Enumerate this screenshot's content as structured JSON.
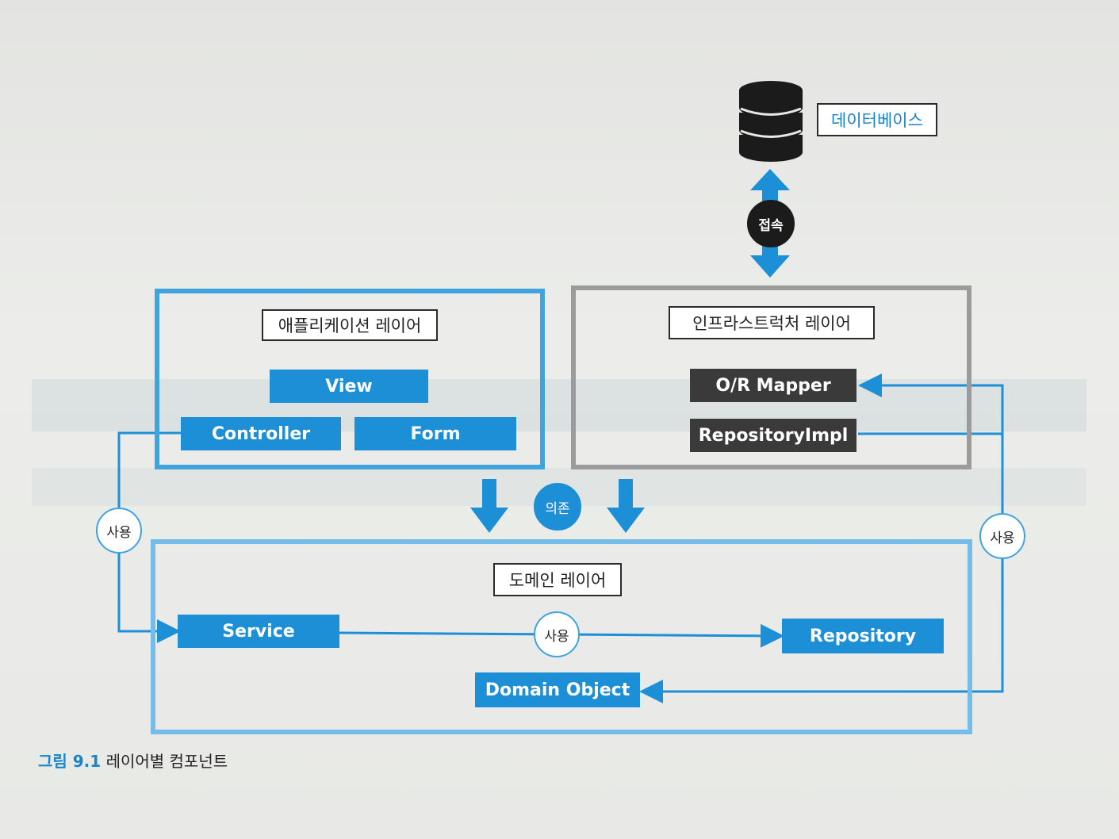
{
  "database": {
    "label": "데이터베이스",
    "icon": "database-icon"
  },
  "access_label": "접속",
  "dependency_label": "의존",
  "application_layer": {
    "title": "애플리케이션 레이어",
    "components": {
      "view": "View",
      "controller": "Controller",
      "form": "Form"
    }
  },
  "infrastructure_layer": {
    "title": "인프라스트럭처 레이어",
    "components": {
      "or_mapper": "O/R Mapper",
      "repository_impl": "RepositoryImpl"
    }
  },
  "domain_layer": {
    "title": "도메인 레이어",
    "components": {
      "service": "Service",
      "repository": "Repository",
      "domain_object": "Domain Object"
    }
  },
  "use_labels": {
    "left": "사용",
    "middle": "사용",
    "right": "사용"
  },
  "caption": {
    "number": "그림 9.1",
    "text": "레이어별 컴포넌트"
  },
  "colors": {
    "accent": "#1d8fd6",
    "layer_blue": "#3fa3de",
    "layer_gray": "#9b9b9b",
    "dark_component": "#3a3a3a"
  }
}
